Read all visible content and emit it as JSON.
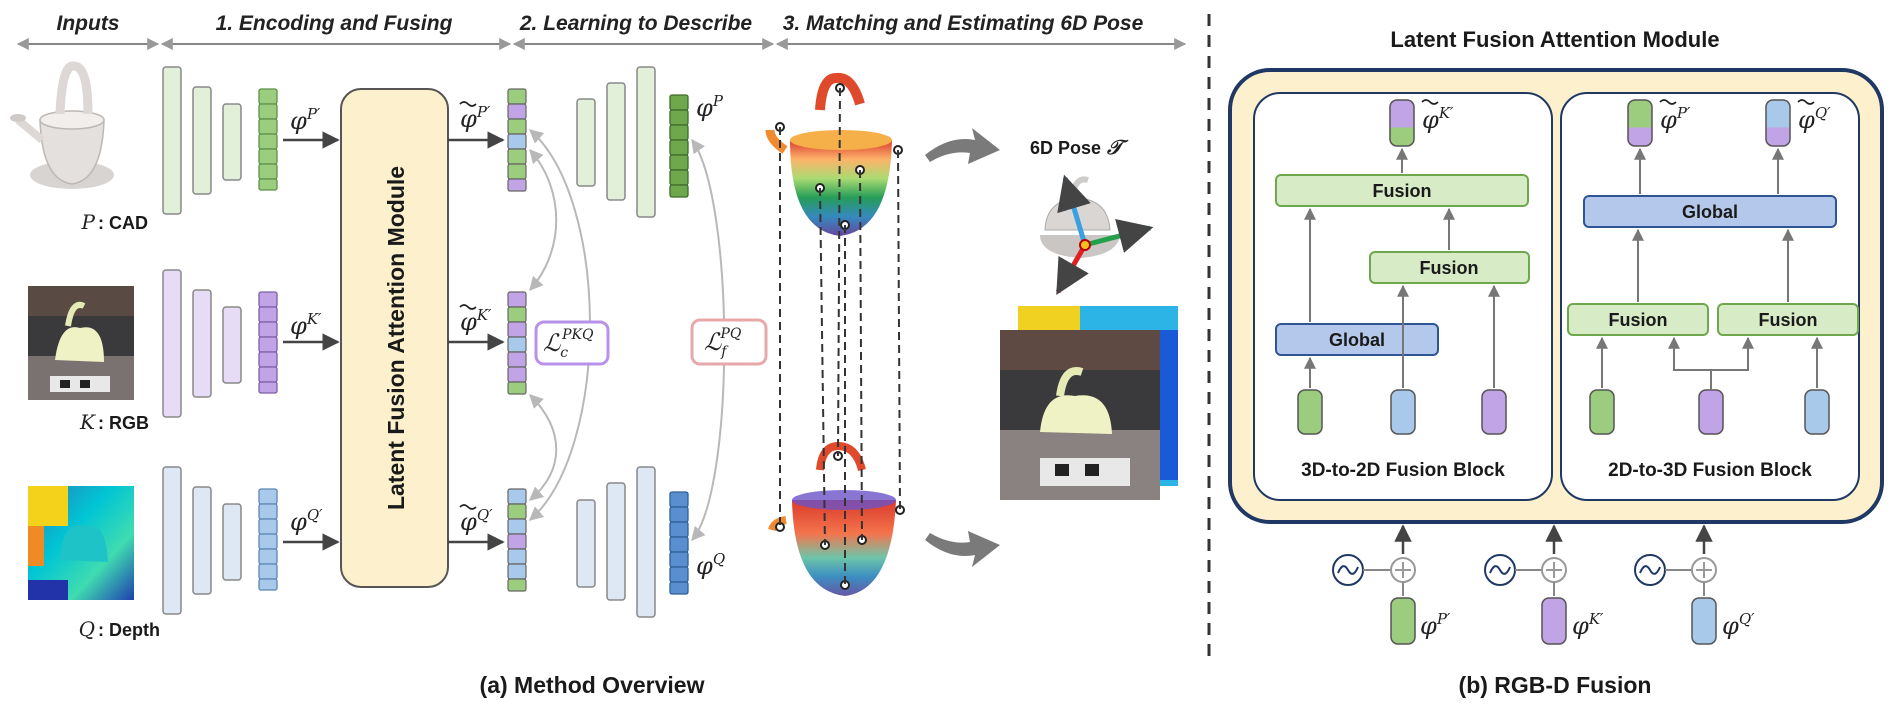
{
  "headers": {
    "inputs": "Inputs",
    "stage1": "1. Encoding and Fusing",
    "stage2": "2. Learning to Describe",
    "stage3": "3. Matching and Estimating 6D Pose"
  },
  "inputs": {
    "cad": {
      "symbol": "P",
      "sep": " : ",
      "label": "CAD"
    },
    "rgb": {
      "symbol": "K",
      "sep": " : ",
      "label": "RGB"
    },
    "depth": {
      "symbol": "Q",
      "sep": " : ",
      "label": "Depth"
    }
  },
  "latent_module_vertical": "Latent Fusion Attention Module",
  "features": {
    "phi_p_prime": "φ",
    "phi_k_prime": "φ",
    "phi_q_prime": "φ",
    "sup_p_prime": "P′",
    "sup_k_prime": "K′",
    "sup_q_prime": "Q′",
    "phi_p": "φ",
    "phi_q": "φ",
    "sup_p": "P",
    "sup_q": "Q"
  },
  "losses": {
    "lc": {
      "base": "ℒ",
      "sub": "c",
      "sup": "PKQ"
    },
    "lf": {
      "base": "ℒ",
      "sub": "f",
      "sup": "PQ"
    }
  },
  "pose": {
    "label": "6D Pose",
    "symbol": "𝒯"
  },
  "panel_b": {
    "title": "Latent Fusion Attention Module",
    "block_3d2d": "3D-to-2D Fusion Block",
    "block_2d3d": "2D-to-3D Fusion Block",
    "fusion": "Fusion",
    "global": "Global"
  },
  "captions": {
    "a": "(a)  Method Overview",
    "b": "(b)  RGB-D Fusion"
  },
  "colors": {
    "green": "#9ccc7e",
    "purple": "#c0a4e6",
    "blue": "#a9c9ea",
    "cream": "#fdf0cd",
    "navy": "#1f3864",
    "lc_border": "#b892ea",
    "lf_border": "#e6a8a8"
  }
}
